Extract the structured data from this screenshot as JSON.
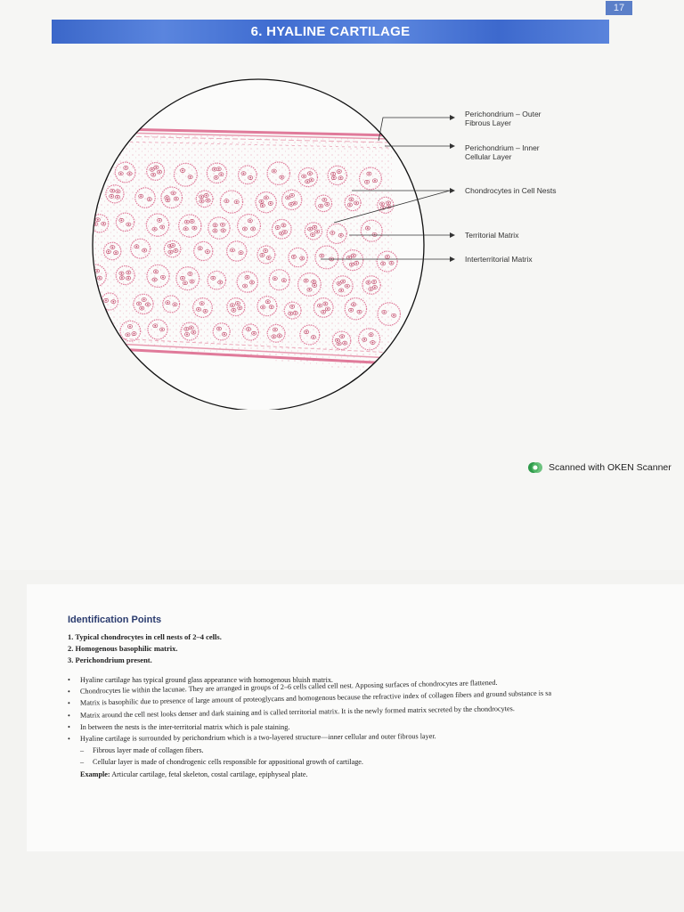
{
  "page_number": "17",
  "banner": {
    "title": "6. HYALINE CARTILAGE"
  },
  "figure": {
    "labels": [
      "Perichondrium – Outer\nFibrous Layer",
      "Perichondrium – Inner\nCellular Layer",
      "Chondrocytes in Cell Nests",
      "Territorial Matrix",
      "Interterritorial Matrix"
    ],
    "colors": {
      "tissue_pink": "#e07a9a",
      "cell": "#c0506e",
      "background": "#f6f6f4"
    }
  },
  "scanner": {
    "text": "Scanned with OKEN Scanner",
    "logo_color": "#2e9a4a"
  },
  "identification": {
    "title": "Identification Points",
    "points": [
      "1. Typical chondrocytes in cell nests of 2–4 cells.",
      "2. Homogenous basophilic matrix.",
      "3. Perichondrium present."
    ],
    "bullets": [
      "Hyaline cartilage has typical ground glass appearance with homogenous bluish matrix.",
      "Chondrocytes lie within the lacunae. They are arranged in groups of 2–6 cells called cell nest. Apposing surfaces of chondrocytes are flattened.",
      "Matrix is basophilic due to presence of large amount of proteoglycans and homogenous because the refractive index of collagen fibers and ground substance is sa",
      "Matrix around the cell nest looks denser and dark staining and is called territorial matrix. It is the newly formed matrix secreted by the chondrocytes.",
      "In between the nests is the inter-territorial matrix which is pale staining.",
      "Hyaline cartilage is surrounded by perichondrium which is a two-layered structure—inner cellular and outer fibrous layer."
    ],
    "sub_bullets": [
      "Fibrous layer made of collagen fibers.",
      "Cellular layer is made of chondrogenic cells responsible for appositional growth of cartilage."
    ],
    "example_label": "Example:",
    "example_text": " Articular cartilage, fetal skeleton, costal cartilage, epiphyseal plate."
  }
}
